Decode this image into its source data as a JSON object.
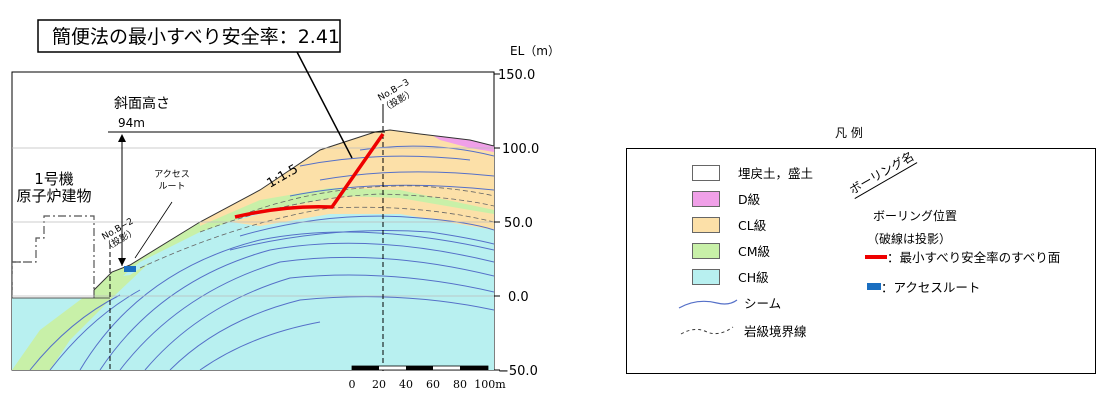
{
  "callout": {
    "label": "簡便法の最小すべり安全率",
    "value": "2.41"
  },
  "axis": {
    "title": "EL（m）",
    "ticks": [
      "150.0",
      "100.0",
      "50.0",
      "0.0",
      "−50.0"
    ]
  },
  "scale_bar": {
    "labels": [
      "0",
      "20",
      "40",
      "60",
      "80",
      "100m"
    ]
  },
  "annotations": {
    "slope_height_label": "斜面高さ",
    "slope_height_value": "94m",
    "building_line1": "1号機",
    "building_line2": "原子炉建物",
    "access_route_line1": "アクセス",
    "access_route_line2": "ルート",
    "gradient": "1:1.5",
    "boring_left_line1": "No.B−2",
    "boring_left_line2": "（投影）",
    "boring_right_line1": "No.B−3",
    "boring_right_line2": "（投影）"
  },
  "legend": {
    "heading": "凡 例",
    "items": [
      {
        "label": "埋戻土，盛土",
        "color": "#ffffff"
      },
      {
        "label": "D級",
        "color": "#f0a0e8"
      },
      {
        "label": "CL級",
        "color": "#fce0a8"
      },
      {
        "label": "CM級",
        "color": "#c8f0a8"
      },
      {
        "label": "CH級",
        "color": "#b8f0f0"
      }
    ],
    "seam": "シーム",
    "rock_boundary": "岩級境界線",
    "boring_name": "ボーリング名",
    "boring_position": "ボーリング位置",
    "boring_note": "（破線は投影）",
    "slip_surface": "：最小すべり安全率のすべり面",
    "access_route": "：アクセスルート"
  },
  "colors": {
    "slip": "#ee0000",
    "access": "#1a6ec0",
    "seam": "#5570c8",
    "ch": "#b8f0f0",
    "cm": "#c8f0a8",
    "cl": "#fce0a8",
    "d": "#f0a0e8"
  }
}
